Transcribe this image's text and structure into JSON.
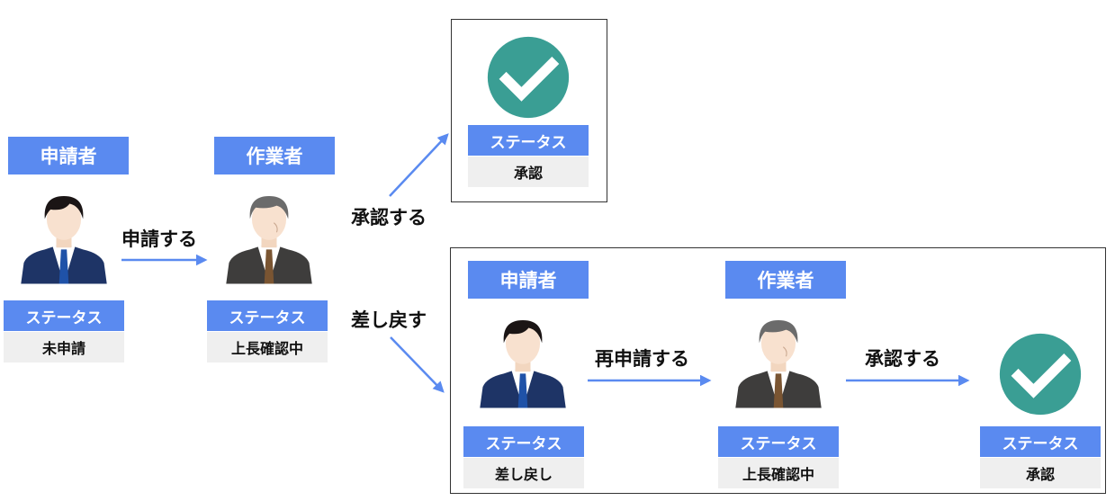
{
  "colors": {
    "accent": "#5a8af0",
    "status_bg": "#efefef",
    "approved": "#3a9e94",
    "arrow": "#5a8af0"
  },
  "main_flow": {
    "applicant": {
      "role": "申請者",
      "status_label": "ステータス",
      "status_value": "未申請",
      "icon": "businessman-navy-suit-icon"
    },
    "apply_action": "申請する",
    "worker": {
      "role": "作業者",
      "status_label": "ステータス",
      "status_value": "上長確認中",
      "icon": "businessman-gray-hair-icon"
    },
    "approve_action": "承認する",
    "reject_action": "差し戻す"
  },
  "approved_box": {
    "icon": "check-circle-icon",
    "status_label": "ステータス",
    "status_value": "承認"
  },
  "reject_box": {
    "applicant": {
      "role": "申請者",
      "status_label": "ステータス",
      "status_value": "差し戻し",
      "icon": "businessman-navy-suit-icon"
    },
    "reapply_action": "再申請する",
    "worker": {
      "role": "作業者",
      "status_label": "ステータス",
      "status_value": "上長確認中",
      "icon": "businessman-gray-hair-icon"
    },
    "approve_action": "承認する",
    "final": {
      "icon": "check-circle-icon",
      "status_label": "ステータス",
      "status_value": "承認"
    }
  }
}
